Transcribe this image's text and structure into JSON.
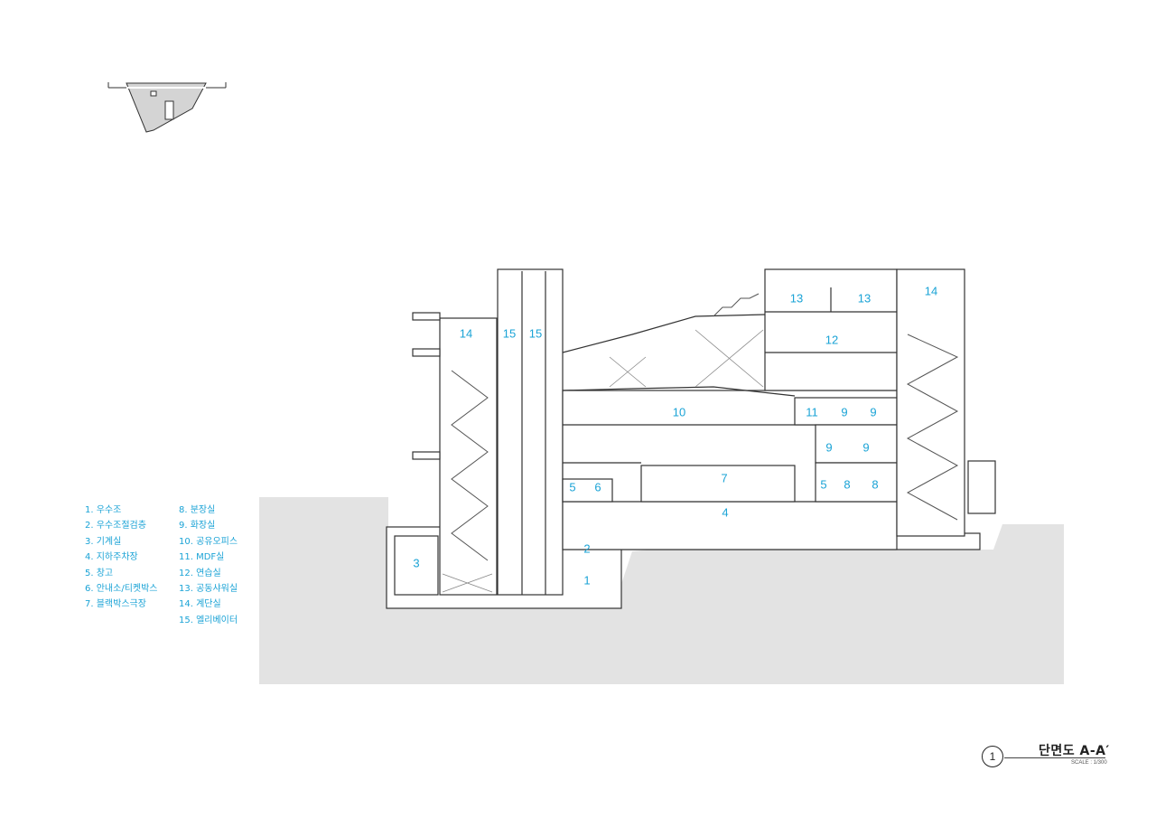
{
  "title": "단면도 A-A′",
  "scale": "SCALE : 1/300",
  "drawing_number": "1",
  "legend": [
    "1. 우수조",
    "2. 우수조절검층",
    "3. 기계실",
    "4. 지하주차장",
    "5. 창고",
    "6. 안내소/티켓박스",
    "7. 블랙박스극장",
    "8. 분장실",
    "9. 화장실",
    "10. 공유오피스",
    "11. MDF실",
    "12. 연습실",
    "13. 공동샤워실",
    "14. 계단실",
    "15. 엘리베이터"
  ],
  "room_labels": [
    "1",
    "2",
    "3",
    "4",
    "5",
    "6",
    "7",
    "8",
    "9",
    "10",
    "11",
    "12",
    "13",
    "14",
    "15"
  ],
  "colors": {
    "label": "#1aa3d6",
    "ground": "#e3e3e3",
    "line": "#333333"
  }
}
